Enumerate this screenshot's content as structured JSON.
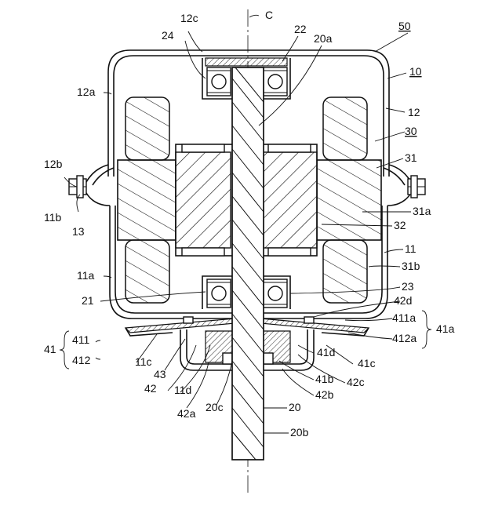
{
  "labels": [
    {
      "id": "C",
      "text": "C"
    },
    {
      "id": "50",
      "text": "50"
    },
    {
      "id": "12c",
      "text": "12c"
    },
    {
      "id": "24",
      "text": "24"
    },
    {
      "id": "22",
      "text": "22"
    },
    {
      "id": "20a",
      "text": "20a"
    },
    {
      "id": "10",
      "text": "10"
    },
    {
      "id": "12a",
      "text": "12a"
    },
    {
      "id": "12",
      "text": "12"
    },
    {
      "id": "30",
      "text": "30"
    },
    {
      "id": "12b",
      "text": "12b"
    },
    {
      "id": "31",
      "text": "31"
    },
    {
      "id": "31a",
      "text": "31a"
    },
    {
      "id": "11b",
      "text": "11b"
    },
    {
      "id": "13",
      "text": "13"
    },
    {
      "id": "32",
      "text": "32"
    },
    {
      "id": "11",
      "text": "11"
    },
    {
      "id": "11a",
      "text": "11a"
    },
    {
      "id": "31b",
      "text": "31b"
    },
    {
      "id": "23",
      "text": "23"
    },
    {
      "id": "21",
      "text": "21"
    },
    {
      "id": "42d",
      "text": "42d"
    },
    {
      "id": "411a",
      "text": "411a"
    },
    {
      "id": "41a",
      "text": "41a"
    },
    {
      "id": "41",
      "text": "41"
    },
    {
      "id": "411",
      "text": "411"
    },
    {
      "id": "412a",
      "text": "412a"
    },
    {
      "id": "412",
      "text": "412"
    },
    {
      "id": "41d",
      "text": "41d"
    },
    {
      "id": "11c",
      "text": "11c"
    },
    {
      "id": "41c",
      "text": "41c"
    },
    {
      "id": "43",
      "text": "43"
    },
    {
      "id": "42",
      "text": "42"
    },
    {
      "id": "41b",
      "text": "41b"
    },
    {
      "id": "42c",
      "text": "42c"
    },
    {
      "id": "11d",
      "text": "11d"
    },
    {
      "id": "42b",
      "text": "42b"
    },
    {
      "id": "42a",
      "text": "42a"
    },
    {
      "id": "20c",
      "text": "20c"
    },
    {
      "id": "20",
      "text": "20"
    },
    {
      "id": "20b",
      "text": "20b"
    }
  ]
}
